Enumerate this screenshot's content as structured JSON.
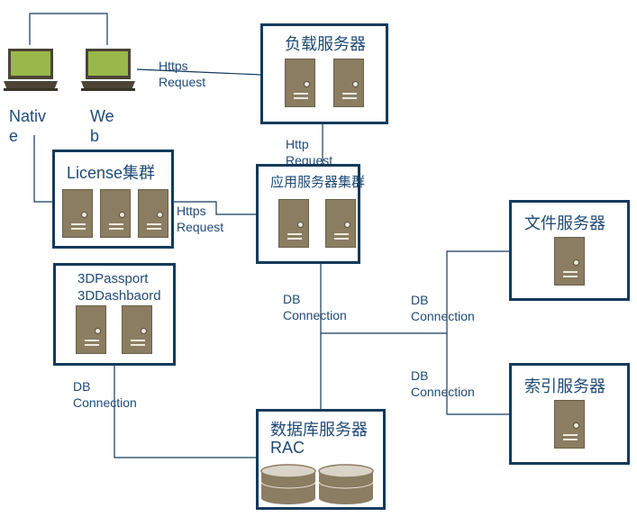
{
  "clients": {
    "native_label": "Nativ\ne",
    "web_label": "We\nb"
  },
  "edges": {
    "https_request_top": "Https\nRequest",
    "http_request": "Http\nRequest",
    "https_request_license": "Https\nRequest",
    "db_connection_app": "DB\nConnection",
    "db_connection_file": "DB\nConnection",
    "db_connection_index": "DB\nConnection",
    "db_connection_passport": "DB\nConnection"
  },
  "nodes": {
    "load_balancer": "负载服务器",
    "license_cluster": "License集群",
    "app_cluster": "应用服务器集群",
    "file_server": "文件服务器",
    "index_server": "索引服务器",
    "passport": "3DPassport\n3DDashbaord",
    "db_server_line1": "数据库服务器",
    "db_server_line2": "RAC"
  },
  "colors": {
    "border": "#123a5c",
    "text": "#1f4a75",
    "server": "#8b7d62",
    "laptop_screen": "#9ab84a"
  },
  "icons": [
    "laptop-icon",
    "server-icon",
    "database-cylinder-icon"
  ]
}
